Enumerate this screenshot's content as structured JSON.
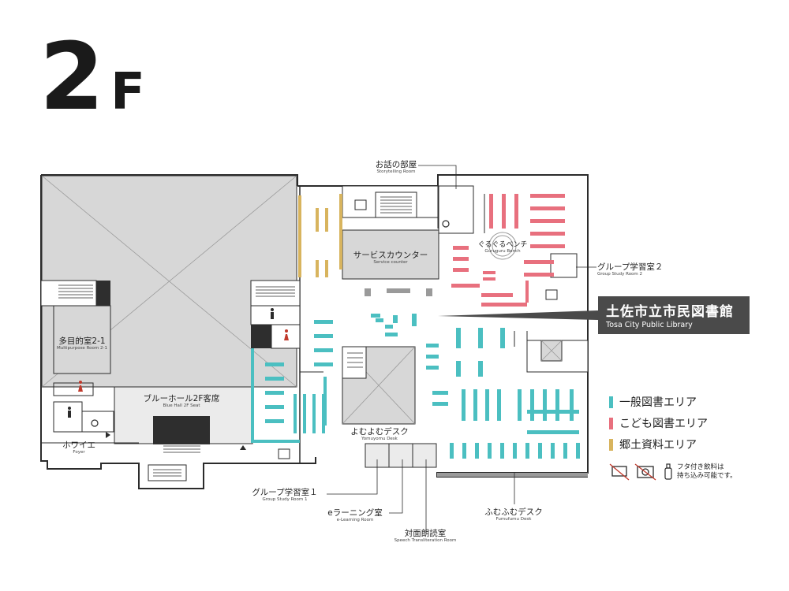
{
  "floor": {
    "number": "2",
    "suffix": "F"
  },
  "library_title": {
    "ja": "土佐市立市民図書館",
    "en": "Tosa City Public Library"
  },
  "rooms": {
    "storytelling": {
      "ja": "お話の部屋",
      "en": "Storytelling Room"
    },
    "service_counter": {
      "ja": "サービスカウンター",
      "en": "Service counter"
    },
    "guruguru_bench": {
      "ja": "ぐるぐるベンチ",
      "en": "Guruguru Bench"
    },
    "group_room_2": {
      "ja": "グループ学習室２",
      "en": "Group Study Room 2"
    },
    "multipurpose": {
      "ja": "多目的室2-1",
      "en": "Multipurpose Room 2-1"
    },
    "blue_hall": {
      "ja": "ブルーホール2F客席",
      "en": "Blue Hall 2F Seat"
    },
    "foyer": {
      "ja": "ホワイエ",
      "en": "Foyer"
    },
    "yomuyomu": {
      "ja": "よむよむデスク",
      "en": "Yomuyomu Desk"
    },
    "group_room_1": {
      "ja": "グループ学習室１",
      "en": "Group Study Room 1"
    },
    "elearning": {
      "ja": "eラーニング室",
      "en": "e-Learning Room"
    },
    "speech": {
      "ja": "対面朗読室",
      "en": "Speech Transliteration Room"
    },
    "fumufumu": {
      "ja": "ふむふむデスク",
      "en": "Fumufumu Desk"
    }
  },
  "legend": [
    {
      "label": "一般図書エリア",
      "color": "#4bbfc1"
    },
    {
      "label": "こども図書エリア",
      "color": "#e8707e"
    },
    {
      "label": "郷土資料エリア",
      "color": "#d8b45e"
    }
  ],
  "note": {
    "line1": "フタ付き飲料は",
    "line2": "持ち込み可能です。"
  },
  "icons": [
    "no-food-icon",
    "no-camera-icon",
    "bottle-icon",
    "restroom-male-icon",
    "restroom-female-icon",
    "wheelchair-icon",
    "elevator-icon"
  ],
  "colors": {
    "wall": "#2b2b2b",
    "room_fill": "#d7d7d7",
    "dark_fill": "#3a3a3a",
    "corridor": "#f2f2f2",
    "title_bg": "#4a4a4a"
  }
}
